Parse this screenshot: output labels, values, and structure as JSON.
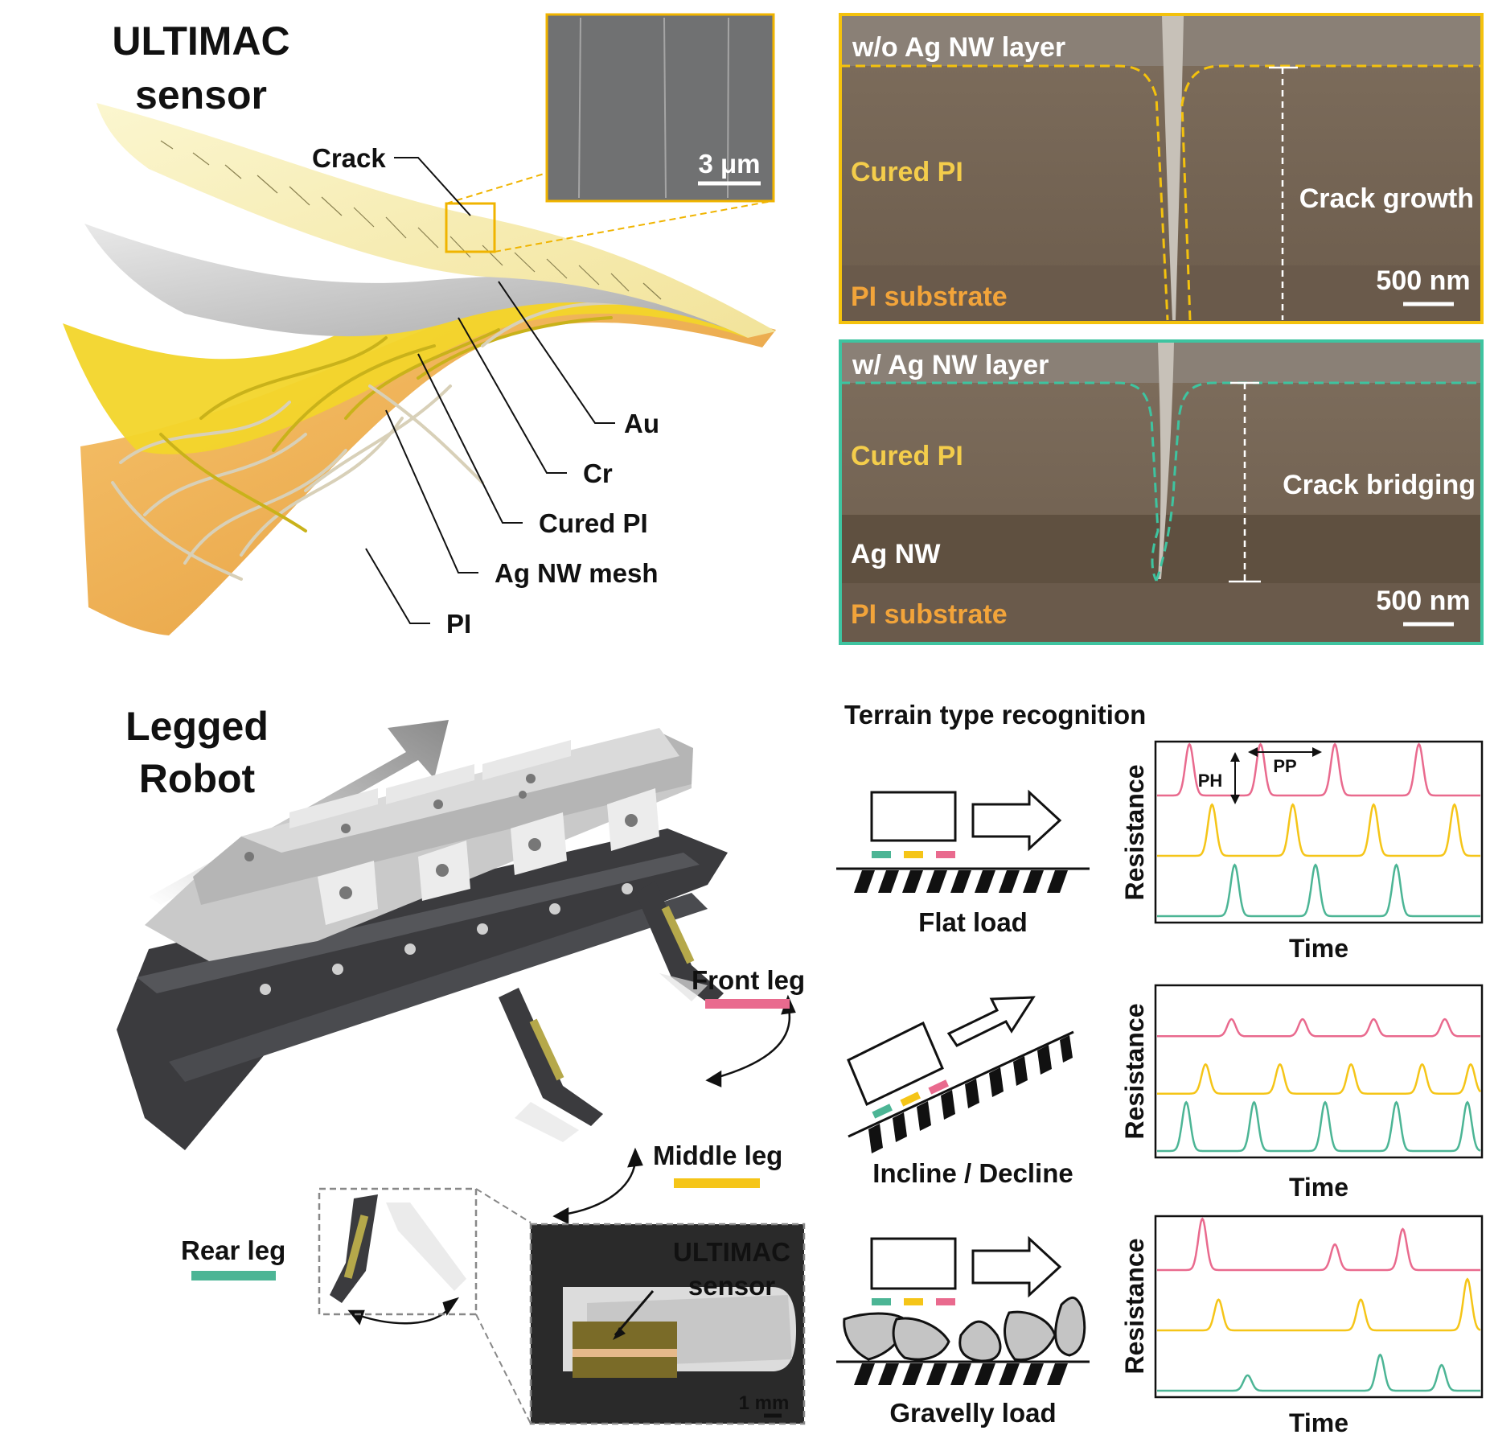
{
  "panel_a": {
    "title_line1": "ULTIMAC",
    "title_line2": "sensor",
    "inset_scale": "3 μm",
    "layer_labels": {
      "crack": "Crack",
      "au": "Au",
      "cr": "Cr",
      "cured_pi": "Cured PI",
      "ag_nw_mesh": "Ag NW mesh",
      "pi": "PI"
    }
  },
  "panel_b": {
    "without": {
      "header": "w/o Ag NW layer",
      "cured_pi": "Cured PI",
      "substrate": "PI substrate",
      "annotation": "Crack growth",
      "scale": "500 nm"
    },
    "with": {
      "header": "w/ Ag NW layer",
      "cured_pi": "Cured PI",
      "ag_nw": "Ag NW",
      "substrate": "PI substrate",
      "annotation": "Crack bridging",
      "scale": "500 nm"
    }
  },
  "panel_c": {
    "title_line1": "Legged",
    "title_line2": "Robot",
    "front_leg": "Front leg",
    "middle_leg": "Middle leg",
    "rear_leg": "Rear leg",
    "photo_label_line1": "ULTIMAC",
    "photo_label_line2": "sensor",
    "photo_scale": "1 mm",
    "leg_colors": {
      "front": "#e96a8e",
      "middle": "#f5c518",
      "rear": "#4cb595"
    }
  },
  "panel_d": {
    "title": "Terrain type recognition",
    "terrains": [
      "Flat load",
      "Incline / Decline",
      "Gravelly load"
    ],
    "ylabel": "Resistance",
    "xlabel": "Time",
    "ph": "PH",
    "pp": "PP"
  },
  "chart_data": [
    {
      "type": "line",
      "title": "Flat load",
      "xlabel": "Time",
      "ylabel": "Resistance",
      "series": [
        {
          "color": "#e96a8e",
          "peaks": [
            [
              0.1,
              1.0
            ],
            [
              0.32,
              1.0
            ],
            [
              0.55,
              1.0
            ],
            [
              0.81,
              1.0
            ]
          ]
        },
        {
          "color": "#f5c518",
          "peaks": [
            [
              0.17,
              1.0
            ],
            [
              0.42,
              1.0
            ],
            [
              0.67,
              1.0
            ],
            [
              0.92,
              1.0
            ]
          ]
        },
        {
          "color": "#4cb595",
          "peaks": [
            [
              0.24,
              1.0
            ],
            [
              0.49,
              1.0
            ],
            [
              0.74,
              1.0
            ]
          ]
        }
      ]
    },
    {
      "type": "line",
      "title": "Incline / Decline",
      "xlabel": "Time",
      "ylabel": "Resistance",
      "series": [
        {
          "color": "#e96a8e",
          "peaks": [
            [
              0.23,
              0.35
            ],
            [
              0.45,
              0.35
            ],
            [
              0.67,
              0.35
            ],
            [
              0.89,
              0.35
            ]
          ]
        },
        {
          "color": "#f5c518",
          "peaks": [
            [
              0.15,
              0.6
            ],
            [
              0.38,
              0.6
            ],
            [
              0.6,
              0.6
            ],
            [
              0.82,
              0.6
            ],
            [
              0.97,
              0.6
            ]
          ]
        },
        {
          "color": "#4cb595",
          "peaks": [
            [
              0.09,
              1.0
            ],
            [
              0.3,
              1.0
            ],
            [
              0.52,
              1.0
            ],
            [
              0.74,
              1.0
            ],
            [
              0.96,
              1.0
            ]
          ]
        }
      ]
    },
    {
      "type": "line",
      "title": "Gravelly load",
      "xlabel": "Time",
      "ylabel": "Resistance",
      "series": [
        {
          "color": "#e96a8e",
          "peaks": [
            [
              0.14,
              1.0
            ],
            [
              0.55,
              0.5
            ],
            [
              0.76,
              0.8
            ]
          ]
        },
        {
          "color": "#f5c518",
          "peaks": [
            [
              0.19,
              0.6
            ],
            [
              0.63,
              0.6
            ],
            [
              0.96,
              1.0
            ]
          ]
        },
        {
          "color": "#4cb595",
          "peaks": [
            [
              0.28,
              0.3
            ],
            [
              0.69,
              0.7
            ],
            [
              0.88,
              0.5
            ]
          ]
        }
      ]
    }
  ]
}
